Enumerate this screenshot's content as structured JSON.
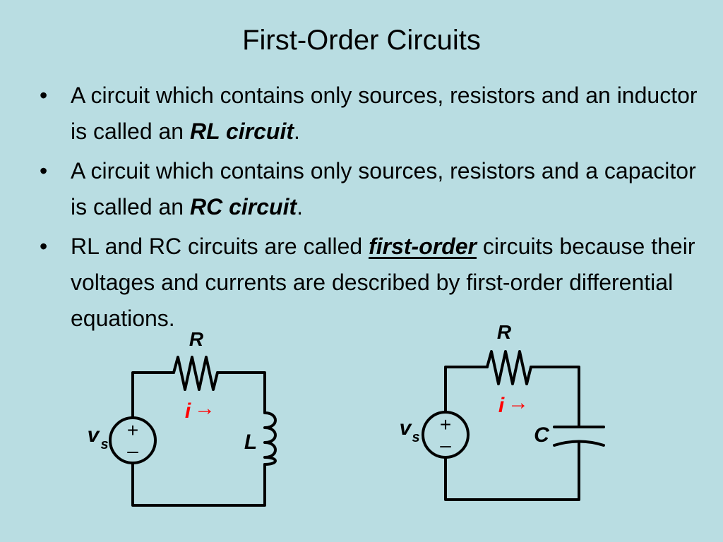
{
  "slide": {
    "title": "First-Order Circuits",
    "bullet_symbol": "•",
    "bullets": [
      {
        "pre": "A circuit which contains only sources, resistors and an inductor is called an ",
        "emph": "RL circuit",
        "post": "."
      },
      {
        "pre": "A circuit which contains only sources, resistors and a capacitor is called an ",
        "emph": "RC circuit",
        "post": "."
      },
      {
        "pre": "RL and RC circuits are called ",
        "emph": "first-order",
        "post": " circuits because their voltages and currents are described by first-order differential equations."
      }
    ]
  },
  "circuits": {
    "rl": {
      "resistor_label": "R",
      "current_label": "i",
      "current_arrow": "→",
      "source_label": "v",
      "source_subscript": "s",
      "plus": "+",
      "minus": "–",
      "inductor_label": "L"
    },
    "rc": {
      "resistor_label": "R",
      "current_label": "i",
      "current_arrow": "→",
      "source_label": "v",
      "source_subscript": "s",
      "plus": "+",
      "minus": "–",
      "capacitor_label": "C"
    }
  },
  "colors": {
    "background": "#b9dde2",
    "text": "#000000",
    "current_label": "#ff0000"
  }
}
